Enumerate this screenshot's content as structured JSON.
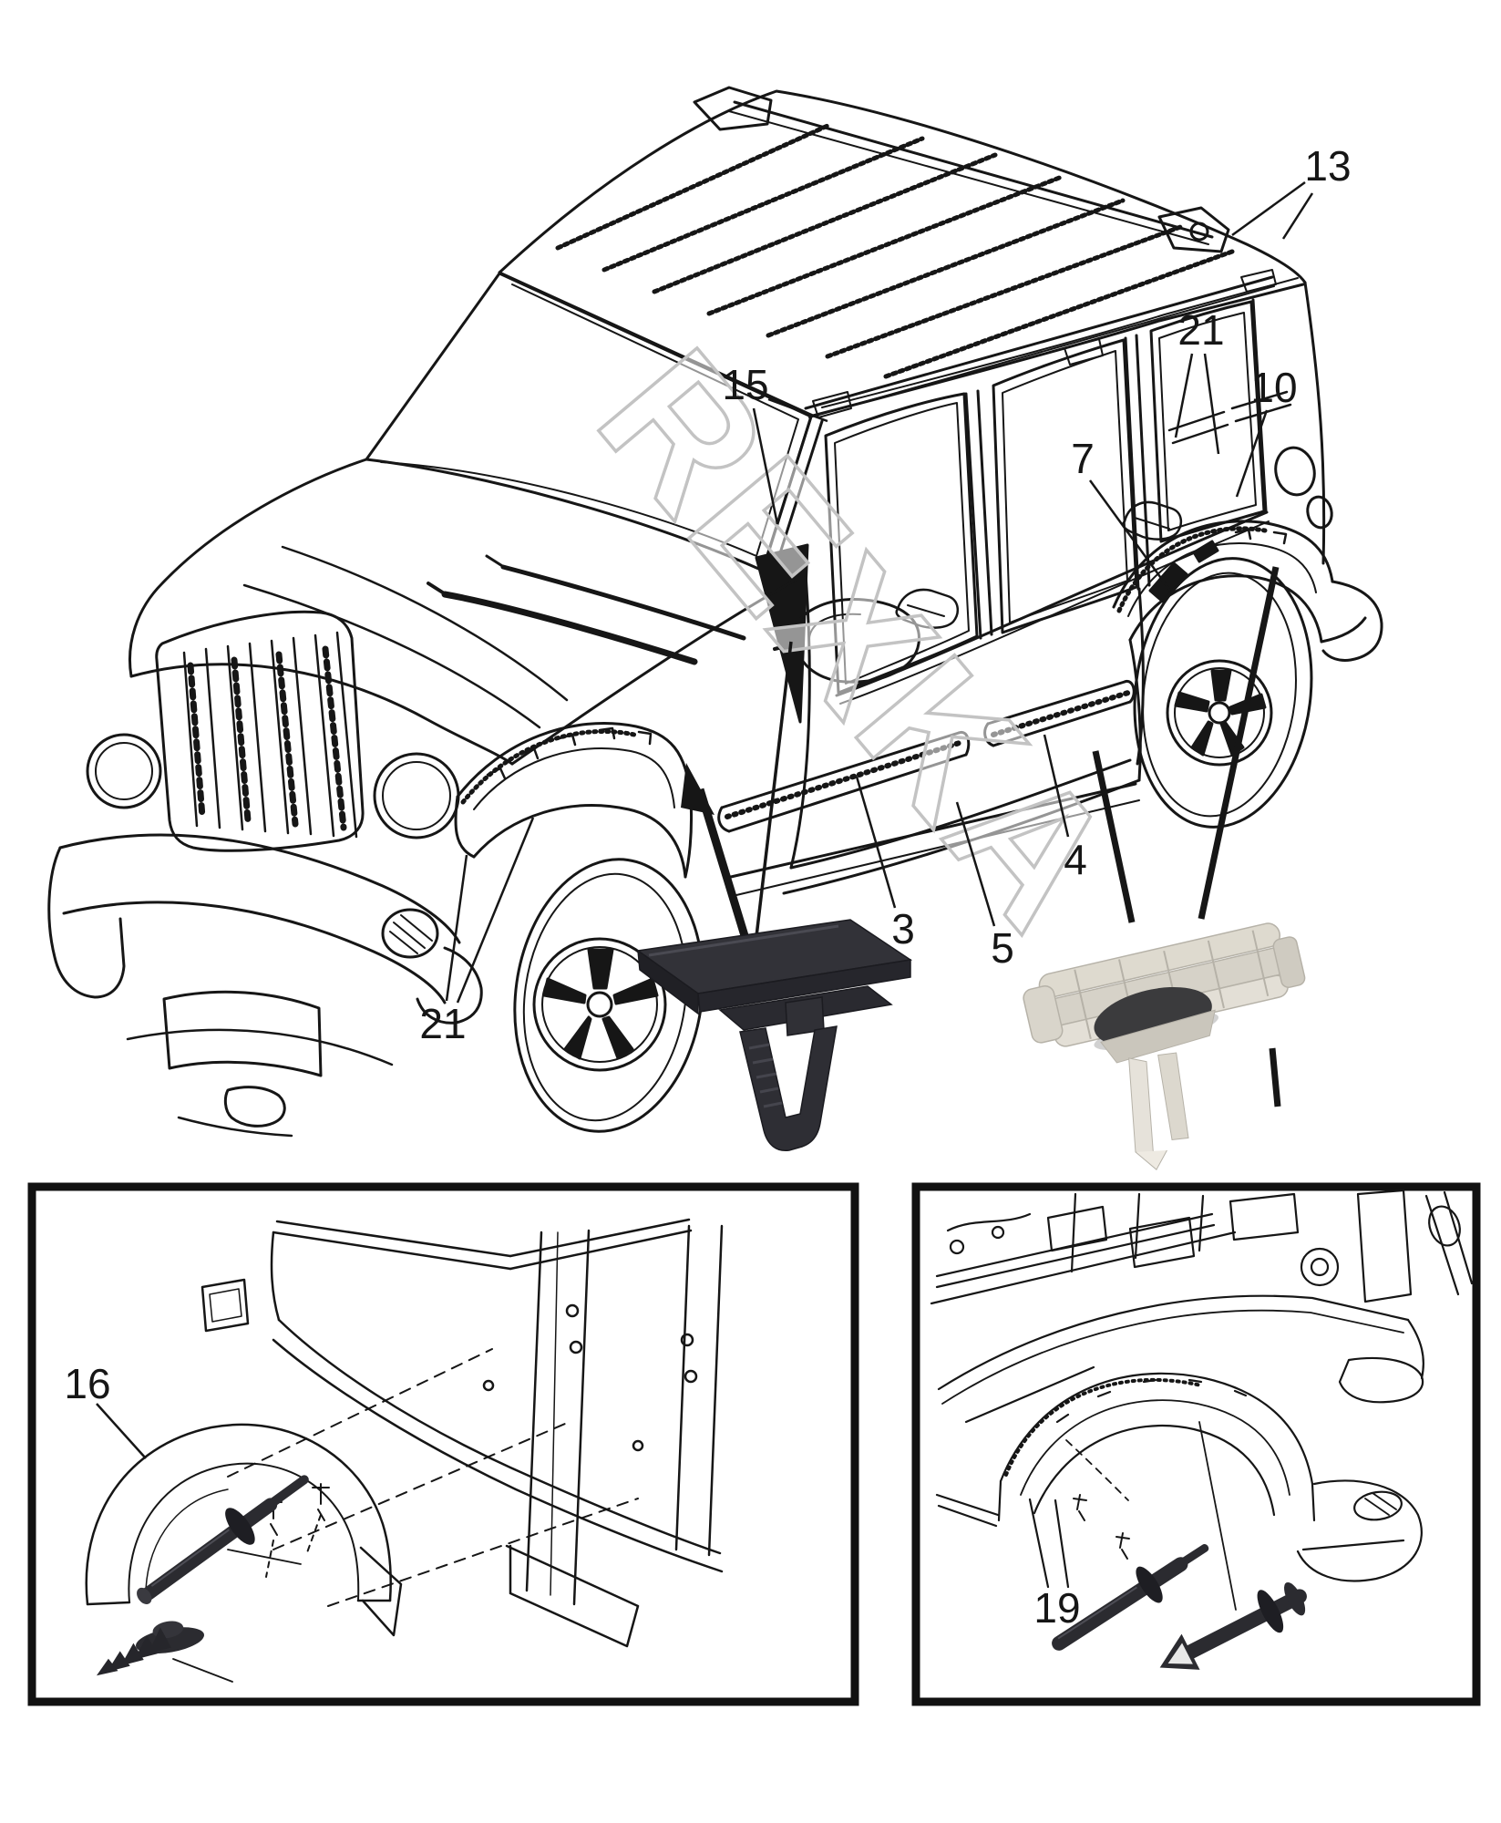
{
  "watermark_text": "REXKA",
  "callouts": {
    "roof_rail_mount": "13",
    "quarter_upper_trim": "21",
    "quarter_molding": "10",
    "windshield_trim": "15",
    "rear_wheel_flare": "7",
    "front_door_molding": "3",
    "sill_molding": "5",
    "rear_door_molding": "4",
    "front_wheel_flare": "21",
    "wheelhouse_liner": "16",
    "rivet_fastener": "19"
  },
  "colors": {
    "line": "#161616",
    "watermark_stroke": "#c3c3c3",
    "photo_dark": "#2b2b30",
    "photo_light": "#dedacf",
    "background": "#ffffff"
  }
}
